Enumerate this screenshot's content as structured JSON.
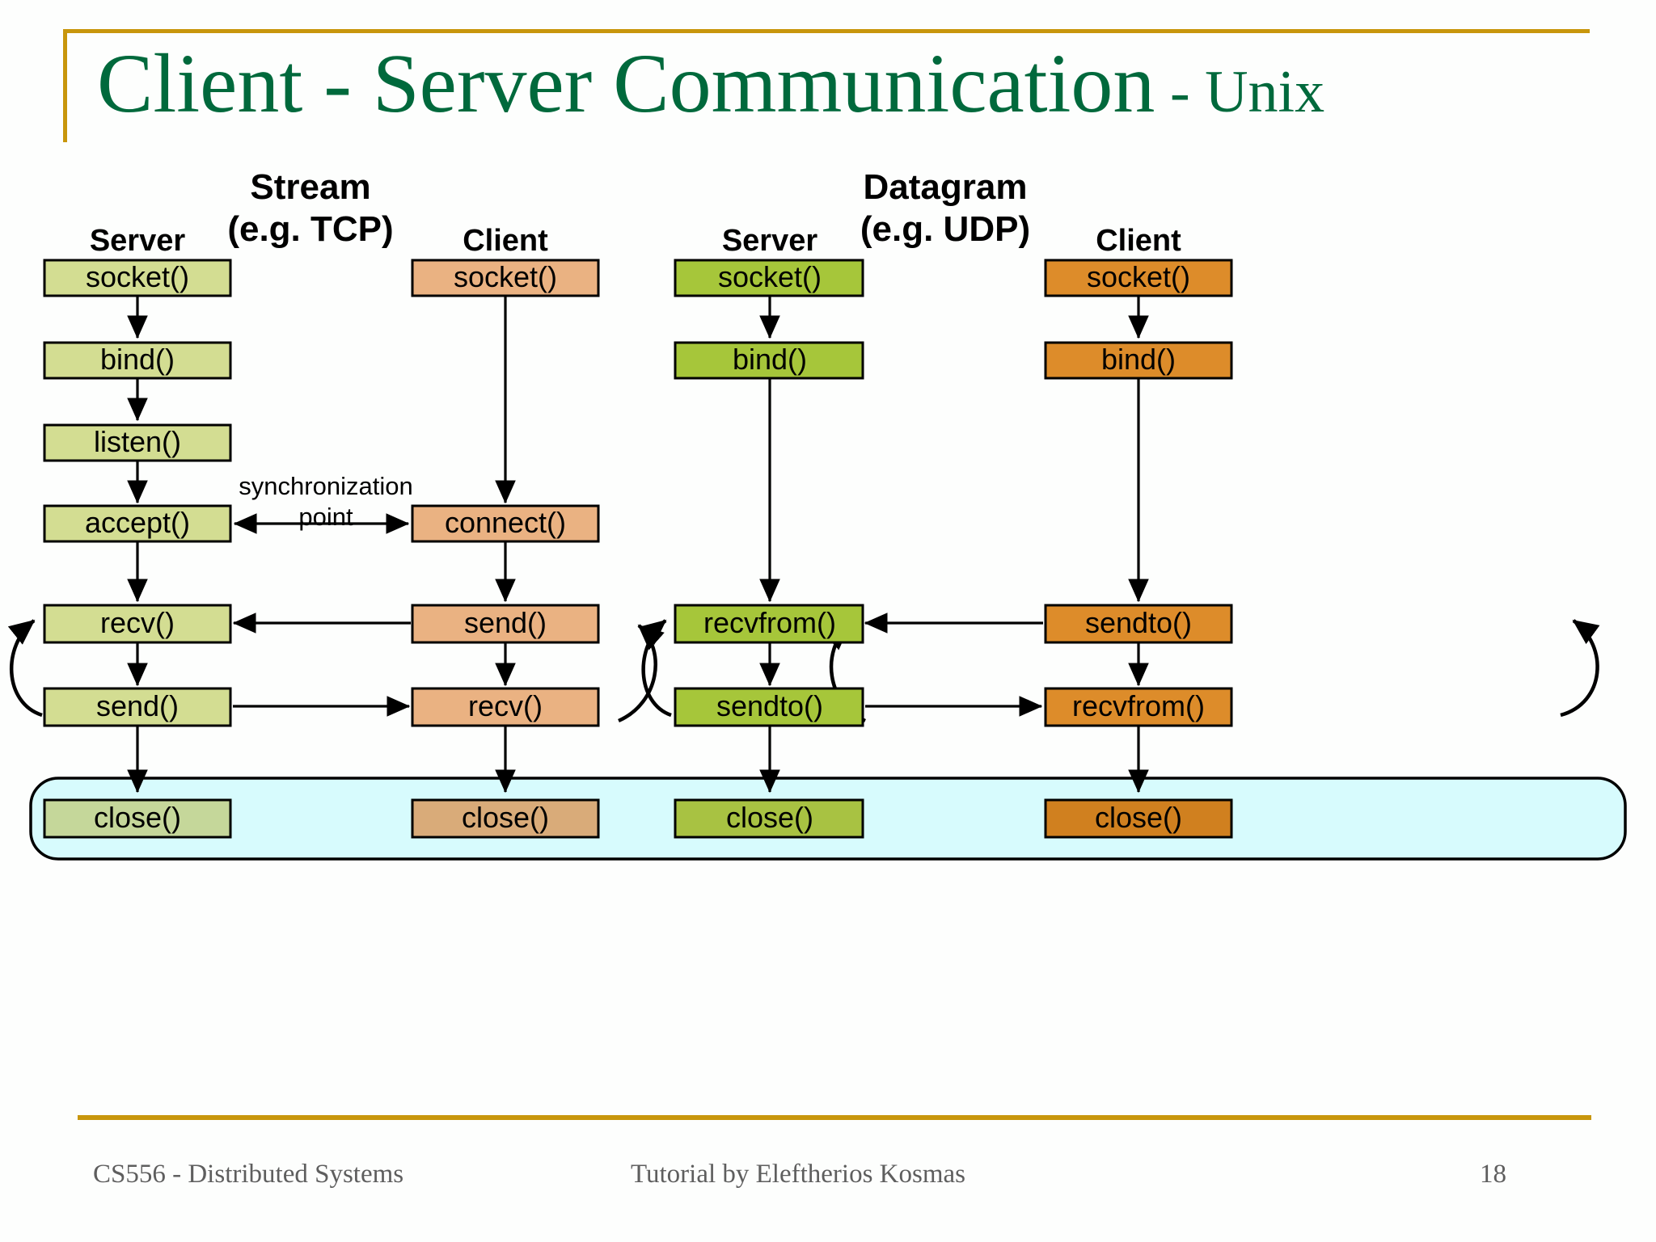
{
  "slide": {
    "title_main": "Client - Server Communication",
    "title_suffix": " - Unix",
    "title_color": "#00693c",
    "rule_color": "#c8960c"
  },
  "footer": {
    "left": "CS556 - Distributed Systems",
    "center": "Tutorial by Eleftherios Kosmas",
    "page_number": "18"
  },
  "diagram": {
    "type": "flowchart",
    "group_headers": [
      {
        "id": "stream",
        "line1": "Stream",
        "line2": "(e.g. TCP)"
      },
      {
        "id": "datagram",
        "line1": "Datagram",
        "line2": "(e.g. UDP)"
      }
    ],
    "annotations": {
      "sync_line1": "synchronization",
      "sync_line2": "point"
    },
    "colors": {
      "stream_server": "#d3dd92",
      "stream_client": "#eab282",
      "datagram_server": "#a6c63a",
      "datagram_client": "#dd8c2a",
      "stream_server_close": "#c5d79a",
      "stream_client_close": "#d9ab79",
      "datagram_server_close": "#a8c242",
      "datagram_client_close": "#d0801f",
      "close_band": "#d7fbfd",
      "stroke": "#000000"
    },
    "columns": [
      {
        "id": "stream-server",
        "header": "Server",
        "group": "stream",
        "fill": "#d3dd92",
        "close_fill": "#c5d79a",
        "steps": [
          {
            "row": 0,
            "label": "socket()"
          },
          {
            "row": 1,
            "label": "bind()"
          },
          {
            "row": 2,
            "label": "listen()"
          },
          {
            "row": 3,
            "label": "accept()"
          },
          {
            "row": 4,
            "label": "recv()"
          },
          {
            "row": 5,
            "label": "send()"
          },
          {
            "row": 6,
            "label": "close()"
          }
        ]
      },
      {
        "id": "stream-client",
        "header": "Client",
        "group": "stream",
        "fill": "#eab282",
        "close_fill": "#d9ab79",
        "steps": [
          {
            "row": 0,
            "label": "socket()"
          },
          {
            "row": 3,
            "label": "connect()"
          },
          {
            "row": 4,
            "label": "send()"
          },
          {
            "row": 5,
            "label": "recv()"
          },
          {
            "row": 6,
            "label": "close()"
          }
        ]
      },
      {
        "id": "datagram-server",
        "header": "Server",
        "group": "datagram",
        "fill": "#a6c63a",
        "close_fill": "#a8c242",
        "steps": [
          {
            "row": 0,
            "label": "socket()"
          },
          {
            "row": 1,
            "label": "bind()"
          },
          {
            "row": 4,
            "label": "recvfrom()"
          },
          {
            "row": 5,
            "label": "sendto()"
          },
          {
            "row": 6,
            "label": "close()"
          }
        ]
      },
      {
        "id": "datagram-client",
        "header": "Client",
        "group": "datagram",
        "fill": "#dd8c2a",
        "close_fill": "#d0801f",
        "steps": [
          {
            "row": 0,
            "label": "socket()"
          },
          {
            "row": 1,
            "label": "bind()"
          },
          {
            "row": 4,
            "label": "sendto()"
          },
          {
            "row": 5,
            "label": "recvfrom()"
          },
          {
            "row": 6,
            "label": "close()"
          }
        ]
      }
    ]
  }
}
